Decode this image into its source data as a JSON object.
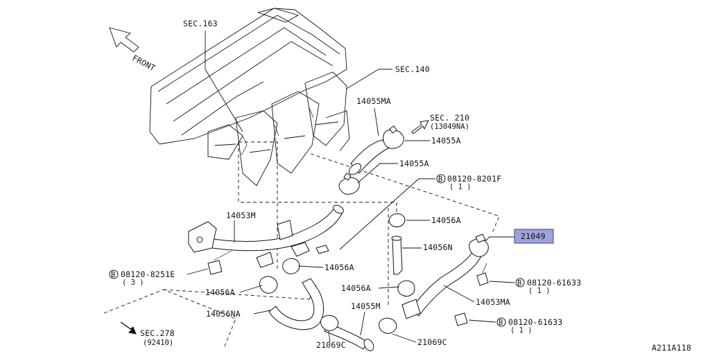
{
  "front_label": "FRONT",
  "diagram_id": "A211A118",
  "sections": {
    "sec163": "SEC.163",
    "sec140": "SEC.140",
    "sec210": "SEC. 210",
    "sec210_sub": "(13049NA)",
    "sec278": "SEC.278",
    "sec278_sub": "(92410)"
  },
  "parts": {
    "p14055MA": "14055MA",
    "p14055A_1": "14055A",
    "p14055A_2": "14055A",
    "p14053M": "14053M",
    "p14056A_1": "14056A",
    "p14056N": "14056N",
    "p14056A_2": "14056A",
    "p14056A_3": "14056A",
    "p14056A_4": "14056A",
    "p14056NA": "14056NA",
    "p14055M": "14055M",
    "p21069C_1": "21069C",
    "p21069C_2": "21069C",
    "p14053MA": "14053MA",
    "p21049": "21049"
  },
  "bolts": {
    "b1": "08120-8201F",
    "b1_qty": "( 1 )",
    "b2": "08120-8251E",
    "b2_qty": "( 3 )",
    "b3": "08120-61633",
    "b3_qty": "( 1 )",
    "b4": "08120-61633",
    "b4_qty": "( 1 )",
    "bolt_prefix": "B"
  },
  "colors": {
    "highlight_fill": "#9fa3dc",
    "highlight_stroke": "#3a3f9a",
    "line": "#111111"
  }
}
